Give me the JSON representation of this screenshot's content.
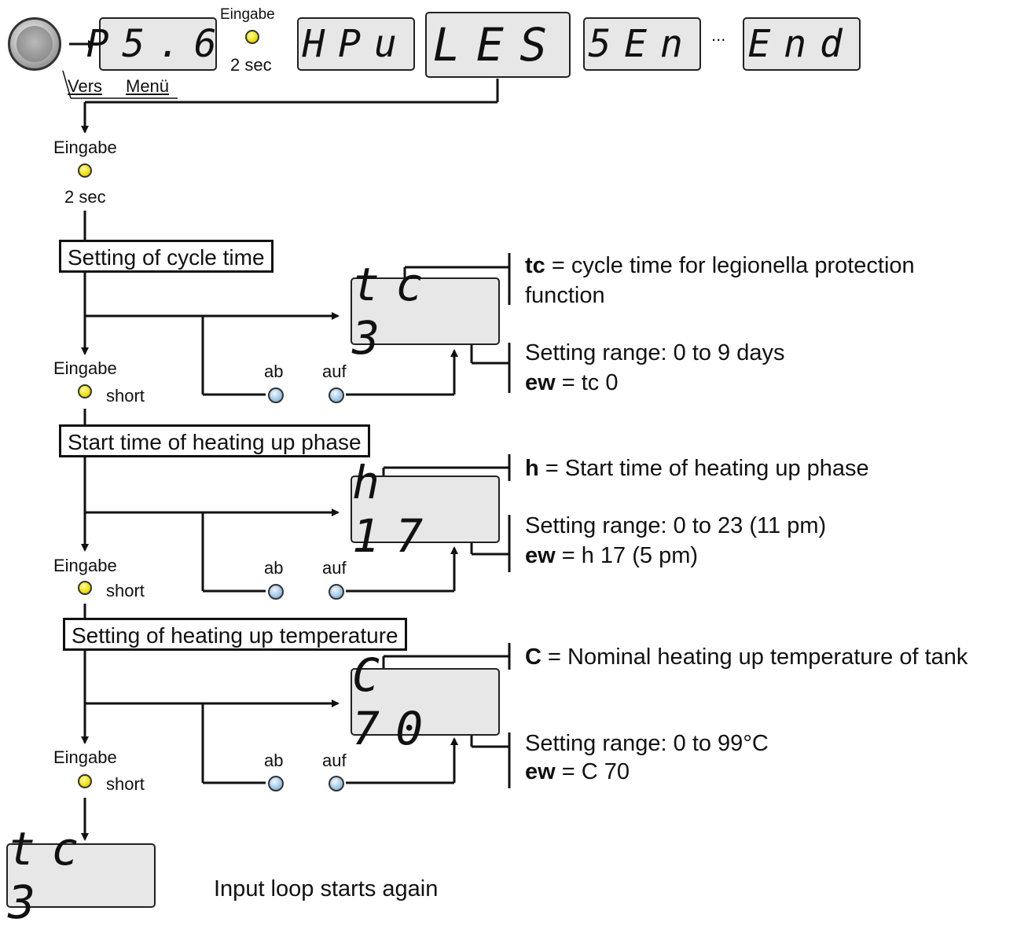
{
  "top": {
    "displays": [
      "P5.6",
      "HPu",
      "LES",
      "5En",
      "End"
    ],
    "ellipsis": "...",
    "eingabe": "Eingabe",
    "two_sec": "2 sec",
    "knob_labels": {
      "vers": "Vers",
      "menu": "Menü"
    }
  },
  "entry": {
    "eingabe": "Eingabe",
    "two_sec": "2 sec"
  },
  "colors": {
    "marker_red": "#d42020",
    "led_yellow": "#f0e000",
    "led_blue": "#9cc4e4"
  },
  "steps": [
    {
      "title": "Setting of cycle time",
      "display": "tc 3",
      "desc_bold": "tc",
      "desc_line1": " = cycle time for legionella protection",
      "desc_line2": "function",
      "range": "Setting range: 0 to 9 days",
      "ew_bold": "ew",
      "ew_value": " = tc 0",
      "ab": "ab",
      "auf": "auf",
      "eingabe": "Eingabe",
      "short": "short"
    },
    {
      "title": "Start time of heating up phase",
      "display": "h 17",
      "desc_bold": "h",
      "desc_line1": " = Start time of heating up phase",
      "desc_line2": "",
      "range": "Setting range: 0 to 23 (11 pm)",
      "ew_bold": "ew",
      "ew_value": " = h 17 (5 pm)",
      "ab": "ab",
      "auf": "auf",
      "eingabe": "Eingabe",
      "short": "short"
    },
    {
      "title": "Setting of heating up temperature",
      "display": "C 70",
      "desc_bold": "C",
      "desc_line1": " = Nominal heating up temperature of tank",
      "desc_line2": "",
      "range": "Setting range: 0 to 99°C",
      "ew_bold": "ew",
      "ew_value": " = C 70",
      "ab": "ab",
      "auf": "auf",
      "eingabe": "Eingabe",
      "short": "short"
    }
  ],
  "final": {
    "display": "tc 3",
    "caption": "Input loop starts again"
  }
}
